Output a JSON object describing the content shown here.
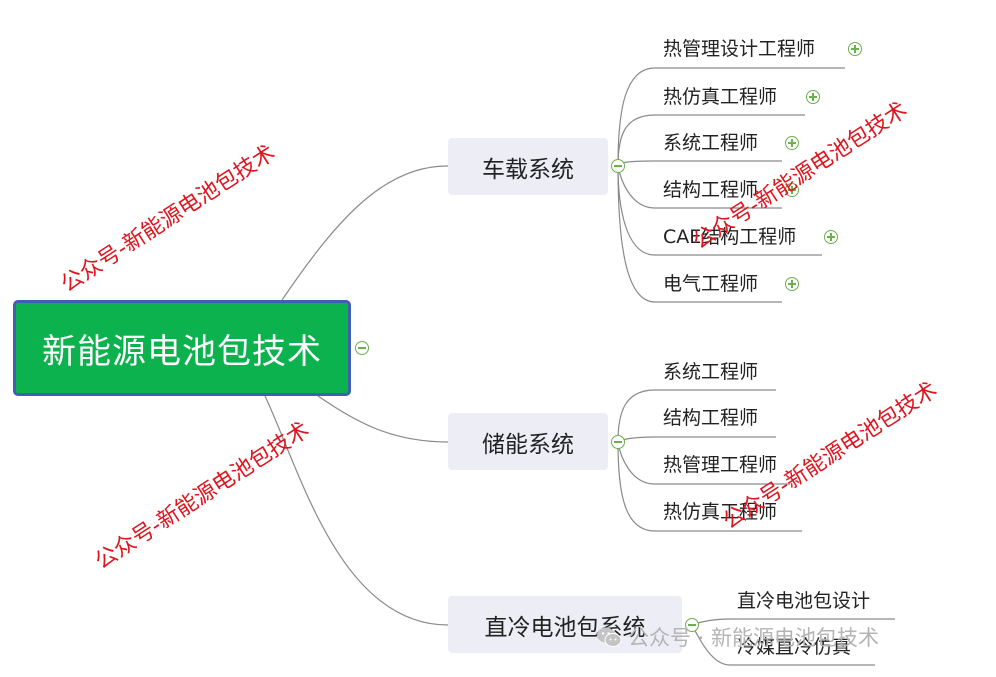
{
  "root": {
    "label": "新能源电池包技术"
  },
  "branches": [
    {
      "label": "车载系统",
      "leaves": [
        "热管理设计工程师",
        "热仿真工程师",
        "系统工程师",
        "结构工程师",
        "CAE结构工程师",
        "电气工程师"
      ]
    },
    {
      "label": "储能系统",
      "leaves": [
        "系统工程师",
        "结构工程师",
        "热管理工程师",
        "热仿真工程师"
      ]
    },
    {
      "label": "直冷电池包系统",
      "leaves": [
        "直冷电池包设计",
        "冷媒直冷仿真"
      ]
    }
  ],
  "watermark_text": "公众号-新能源电池包技术",
  "footer": {
    "text": "公众号 · 新能源电池包技术",
    "icon": "wechat-icon"
  },
  "colors": {
    "root_fill": "#0bb24d",
    "root_border": "#3f5fb5",
    "branch_fill": "#ecedf5",
    "toggle": "#6ab04c",
    "watermark": "#e0141e",
    "connector": "#8a8a8a"
  }
}
